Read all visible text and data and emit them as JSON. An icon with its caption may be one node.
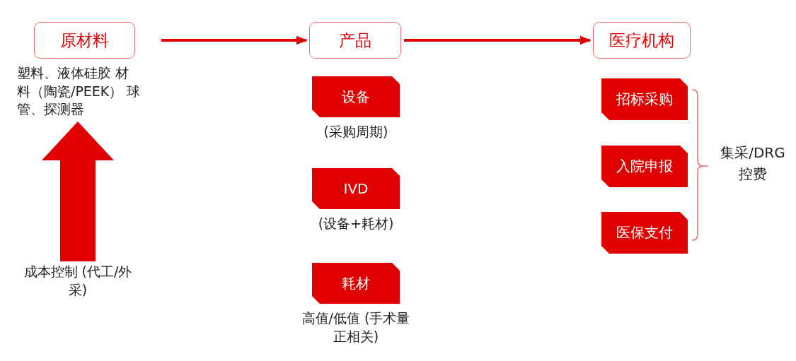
{
  "diagram": {
    "nodes": [
      {
        "text": [
          "原材料"
        ],
        "beside": [
          "塑料、液体硅胶 材料（陶瓷/PEEK） 球管、探测器"
        ]
      },
      {
        "text": [
          "产品"
        ]
      },
      {
        "text": [
          "医疗机构"
        ]
      },
      {
        "text": [
          "设备"
        ],
        "beside": [
          "(采购周期)"
        ]
      },
      {
        "text": [
          "IVD"
        ],
        "beside": [
          "(设备+耗材)"
        ]
      },
      {
        "text": [
          "耗材"
        ],
        "beside": [
          "高值/低值 (手术量正相关)"
        ]
      },
      {
        "text": [
          "招标采购"
        ]
      },
      {
        "text": [
          "入院申报"
        ]
      },
      {
        "text": [
          "医保支付"
        ]
      },
      {
        "text": [
          "成本控制 (代工/外采)"
        ]
      }
    ],
    "edges": [
      {
        "from": 0,
        "to": 1,
        "arrow": "to"
      },
      {
        "from": 1,
        "to": 2,
        "arrow": "to"
      },
      {
        "from": 9,
        "to": 0,
        "arrow": "to",
        "style": "thick"
      }
    ],
    "labels": [
      "集采/DRG 控费"
    ]
  }
}
